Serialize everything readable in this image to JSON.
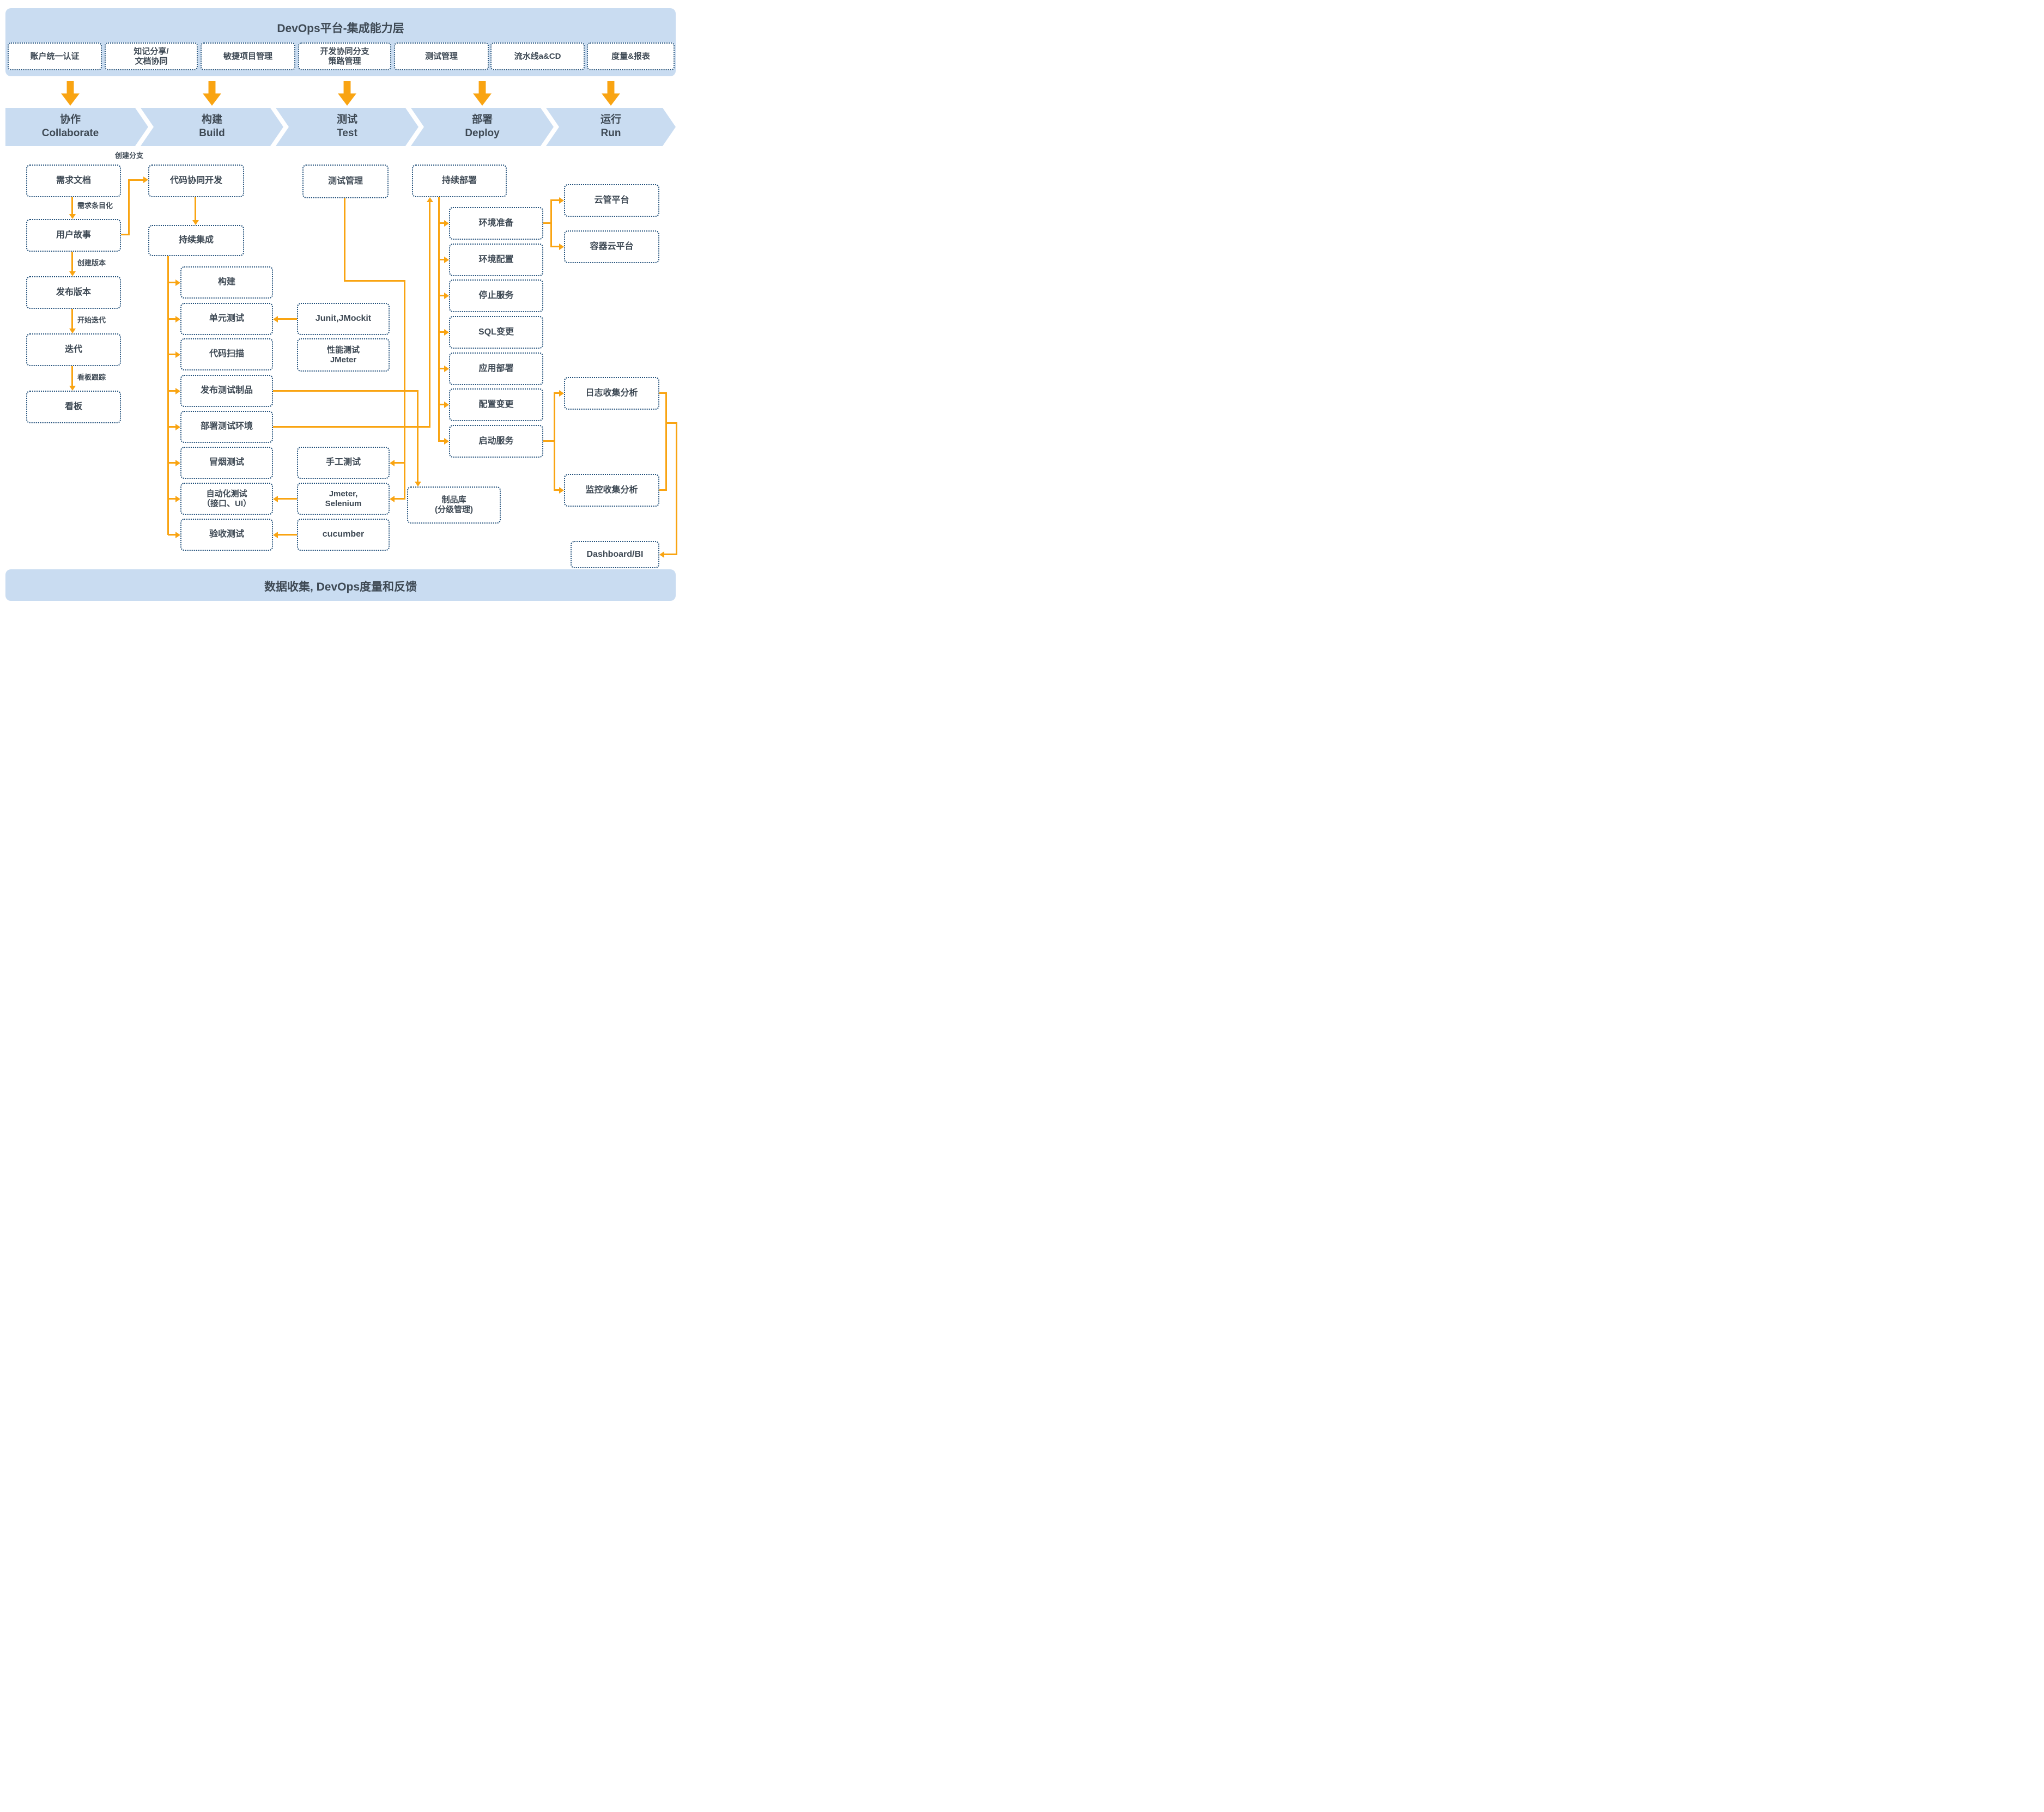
{
  "colors": {
    "banner_blue": "#c9dcf1",
    "border_navy": "#1f4e79",
    "text_dark": "#3e4954",
    "accent_orange": "#f9a412"
  },
  "header": {
    "title": "DevOps平台-集成能力层",
    "modules": [
      [
        "账户统一认证"
      ],
      [
        "知记分享/",
        "文档协同"
      ],
      [
        "敏捷项目管理"
      ],
      [
        "开发协同分支",
        "策路管理"
      ],
      [
        "测试管理"
      ],
      [
        "流水线a&CD"
      ],
      [
        "度量&报表"
      ]
    ]
  },
  "stages": [
    {
      "zh": "协作",
      "en": "Collaborate"
    },
    {
      "zh": "构建",
      "en": "Build"
    },
    {
      "zh": "测试",
      "en": "Test"
    },
    {
      "zh": "部署",
      "en": "Deploy"
    },
    {
      "zh": "运行",
      "en": "Run"
    }
  ],
  "flow": {
    "collaborate": {
      "req_doc": "需求文档",
      "user_story": "用户故事",
      "release": "发布版本",
      "iteration": "迭代",
      "kanban": "看板",
      "labels": {
        "itemize": "需求条目化",
        "create_version": "创建版本",
        "start_iteration": "开始迭代",
        "kanban_track": "看板跟踪",
        "create_branch": "创建分支"
      }
    },
    "build": {
      "code_collab": "代码协同开发",
      "ci": "持续集成",
      "steps": [
        [
          "构建"
        ],
        [
          "单元测试"
        ],
        [
          "代码扫描"
        ],
        [
          "发布测试制品"
        ],
        [
          "部署测试环境"
        ],
        [
          "冒烟测试"
        ],
        [
          "自动化测试",
          "（接口、UI）"
        ],
        [
          "验收测试"
        ]
      ]
    },
    "test": {
      "test_mgmt": "测试管理",
      "tools": {
        "junit": "Junit,JMockit",
        "perf": [
          "性能测试",
          "JMeter"
        ],
        "manual": "手工测试",
        "jmeter_selenium": [
          "Jmeter,",
          "Selenium"
        ],
        "cucumber": "cucumber"
      }
    },
    "deploy": {
      "cd": "持续部署",
      "steps": [
        [
          "环境准备"
        ],
        [
          "环境配置"
        ],
        [
          "停止服务"
        ],
        [
          "SQL变更"
        ],
        [
          "应用部署"
        ],
        [
          "配置变更"
        ],
        [
          "启动服务"
        ]
      ],
      "artifact_repo": [
        "制品库",
        "(分级管理)"
      ]
    },
    "run": {
      "cloud_mgmt": "云管平台",
      "container_cloud": "容器云平台",
      "log_analysis": "日志收集分析",
      "monitor_analysis": "监控收集分析",
      "dashboard": "Dashboard/BI"
    }
  },
  "footer": {
    "title": "数据收集, DevOps度量和反馈"
  }
}
